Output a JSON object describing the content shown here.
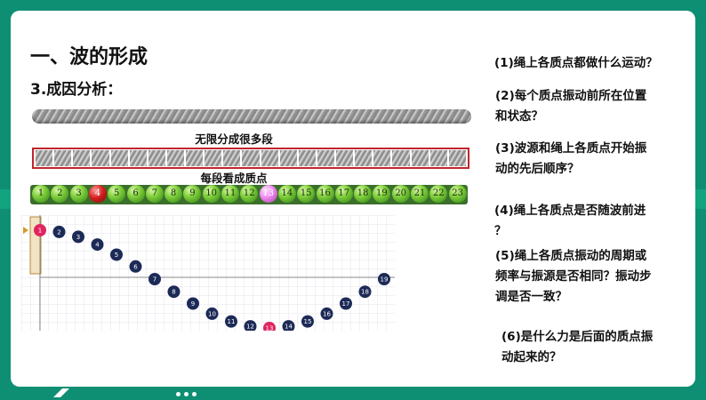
{
  "title": "一、波的形成",
  "subtitle": "3.成因分析：",
  "captions": {
    "segments": "无限分成很多段",
    "points": "每段看成质点"
  },
  "ball_labels": [
    "1",
    "2",
    "3",
    "4",
    "5",
    "6",
    "7",
    "8",
    "9",
    "10",
    "11",
    "12",
    "13",
    "14",
    "15",
    "16",
    "17",
    "18",
    "19",
    "20",
    "21",
    "22",
    "23"
  ],
  "wave_labels": [
    "1",
    "2",
    "3",
    "4",
    "5",
    "6",
    "7",
    "8",
    "9",
    "10",
    "11",
    "12",
    "13",
    "14",
    "15",
    "16",
    "17",
    "18",
    "19"
  ],
  "questions": [
    {
      "line1": "(1)绳上各质点都做什么运动？",
      "line2": ""
    },
    {
      "line1": "(2)每个质点振动前所在位置",
      "line2": "和状态？"
    },
    {
      "line1": "(3)波源和绳上各质点开始振",
      "line2": "动的先后顺序？"
    },
    {
      "line1": "(4)绳上各质点是否随波前进",
      "line2": "？"
    },
    {
      "line1": "(5)绳上各质点振动的周期或",
      "line2": "频率与振源是否相同？振动步",
      "line3": "调是否一致？"
    },
    {
      "line1": "(6)是什么力是后面的质点振",
      "line2": "动起来的？"
    }
  ],
  "colors": {
    "frame": "#0e8f73",
    "ball_red": "#d62020",
    "ball_pink": "#ee88ee",
    "wave_dot": "#1c2a57",
    "wave_dot_red": "#e0245e",
    "segment_border": "#c0262b"
  }
}
